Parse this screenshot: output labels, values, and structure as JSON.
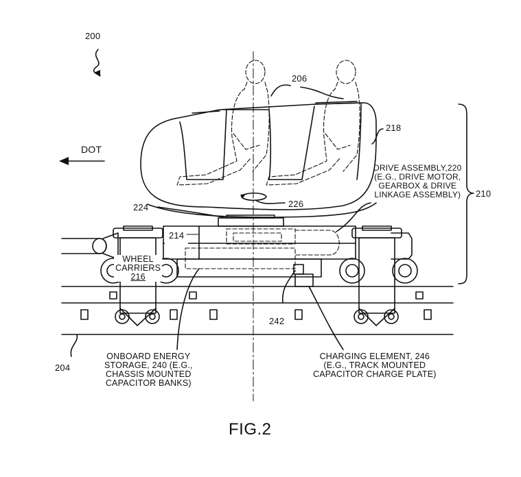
{
  "figure_label": "FIG.2",
  "direction_label": "DOT",
  "refs": {
    "system": "200",
    "passengers": "206",
    "seat_body": "218",
    "vehicle": "210",
    "chassis": "214",
    "bearing": "224",
    "rotation": "226",
    "track": "204",
    "connector": "242"
  },
  "callouts": {
    "drive_assembly": [
      "DRIVE ASSEMBLY,220",
      "(E.G., DRIVE MOTOR,",
      "GEARBOX & DRIVE",
      "LINKAGE ASSEMBLY)"
    ],
    "wheel_carriers": [
      "WHEEL",
      "CARRIERS",
      "216"
    ],
    "energy_storage": [
      "ONBOARD ENERGY",
      "STORAGE, 240 (E.G.,",
      "CHASSIS MOUNTED",
      "CAPACITOR BANKS)"
    ],
    "charging_element": [
      "CHARGING ELEMENT, 246",
      "(E.G., TRACK MOUNTED",
      "CAPACITOR CHARGE PLATE)"
    ]
  }
}
